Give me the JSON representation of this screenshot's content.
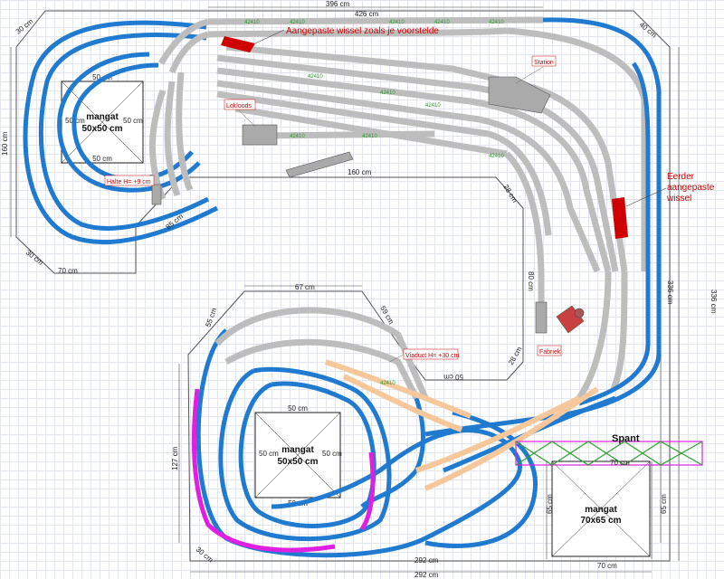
{
  "dimensions": {
    "top": "396 cm",
    "top_inner": "426 cm",
    "corner_tl": "30 cm",
    "corner_tr": "40 cm",
    "left": "160 cm",
    "bottom_left_diag": "30 cm",
    "bottom_left_w": "70 cm",
    "mid_160": "160 cm",
    "diag_28a": "28 cm",
    "mid_80": "80 cm",
    "diag_28b": "28 cm",
    "mid_50": "50 cm",
    "right_inner": "336 cm",
    "right_outer": "336 cm",
    "upper_67": "67 cm",
    "upper_59": "59 cm",
    "upper_55": "55 cm",
    "left_127": "127 cm",
    "bottom_30": "30 cm",
    "bottom_292": "292 cm",
    "bottom_292b": "292 cm",
    "spant_70": "70 cm",
    "br_65a": "65 cm",
    "br_65b": "65 cm",
    "br_70": "70 cm",
    "diag_85": "85 cm"
  },
  "holes": {
    "tl": {
      "line1": "mangat",
      "line2": "50x50 cm",
      "top": "50 cm",
      "bottom": "50 cm",
      "left": "50 cm",
      "right": "50 cm"
    },
    "bl": {
      "line1": "mangat",
      "line2": "50x50 cm",
      "top": "50 cm",
      "bottom": "50 cm",
      "left": "50 cm",
      "right": "50 cm"
    },
    "br": {
      "line1": "mangat",
      "line2": "70x65 cm"
    }
  },
  "annotations": {
    "wissel_top": "Aangepaste wissel zoals je voorstelde",
    "wissel_right_1": "Eerder",
    "wissel_right_2": "aangepaste",
    "wissel_right_3": "wissel",
    "station": "Station",
    "lokloods": "Lokloods",
    "halte": "Halte H= +9 cm",
    "viaduct": "Viaduct H= +30 cm",
    "fabriek": "Fabriek",
    "spant": "Spant"
  },
  "track_code": "42410",
  "colors": {
    "blue_track": "#1f7ad0",
    "grey_track": "#bdbdbd",
    "magenta_track": "#e020e0",
    "peach_track": "#f5c79a",
    "note_red": "#d00000"
  }
}
